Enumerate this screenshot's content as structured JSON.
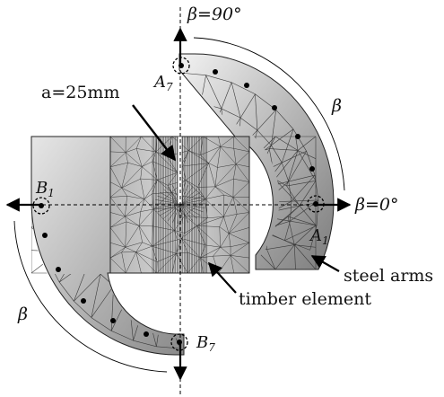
{
  "figure": {
    "angle_top": "β=90°",
    "angle_right": "β=0°",
    "angle_symbol": "β",
    "crack_label": "a=25mm",
    "point_a1": "A",
    "point_a1_sub": "1",
    "point_a7": "A",
    "point_a7_sub": "7",
    "point_b1": "B",
    "point_b1_sub": "1",
    "point_b7": "B",
    "point_b7_sub": "7",
    "steel_label": "steel arms",
    "timber_label": "timber element"
  },
  "colors": {
    "steel_light": "#efefef",
    "steel_dark": "#7a7a7a",
    "mesh_line": "#333333",
    "background": "#ffffff"
  }
}
